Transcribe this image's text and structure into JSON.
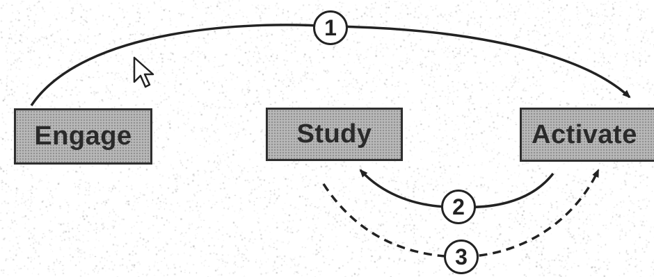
{
  "diagram": {
    "stages": [
      {
        "label": "Engage"
      },
      {
        "label": "Study"
      },
      {
        "label": "Activate"
      }
    ],
    "arrows": [
      {
        "number": "1",
        "from": "Engage",
        "to": "Activate",
        "style": "solid"
      },
      {
        "number": "2",
        "from": "Activate",
        "to": "Study",
        "style": "solid"
      },
      {
        "number": "3",
        "from": "Study",
        "to": "Activate",
        "style": "dashed"
      }
    ]
  },
  "colors": {
    "ink": "#222222",
    "box_fill": "#b9b9b9",
    "background": "#ffffff"
  },
  "cursor": {
    "icon": "pointer-arrow-icon"
  }
}
